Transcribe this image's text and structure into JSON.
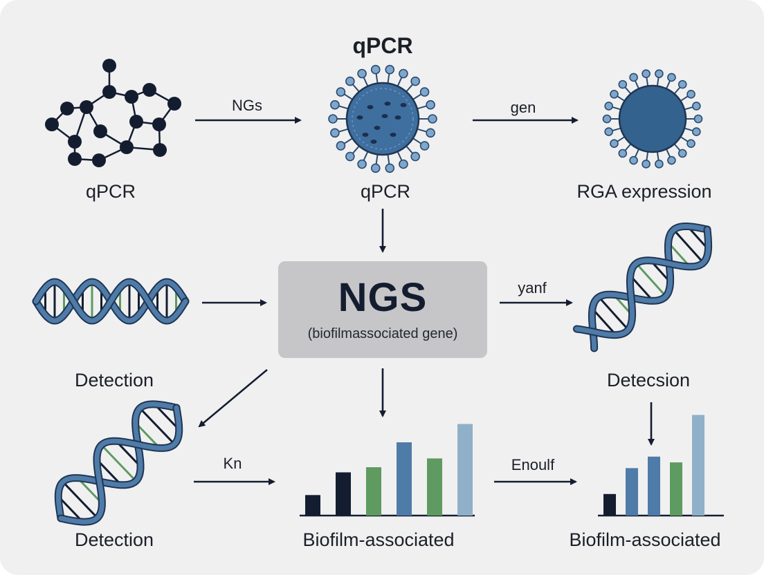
{
  "top_title": "qPCR",
  "center_box": {
    "title": "NGS",
    "subtitle": "(biofilmassociated gene)"
  },
  "node_labels": {
    "network": "qPCR",
    "virus": "qPCR",
    "cell": "RGA expression",
    "dna_left": "Detection",
    "dna_right": "Detecsion",
    "dna_bottom": "Detection",
    "chart_middle": "Biofilm-associated",
    "chart_right": "Biofilm-associated"
  },
  "edge_labels": {
    "network_to_virus": "NGs",
    "virus_to_cell": "gen",
    "box_to_dna_right": "yanf",
    "dna_bottom_to_chart": "Kn",
    "chart_to_chart": "Enoulf"
  },
  "colors": {
    "background": "#f0f0f1",
    "navy": "#141d30",
    "steel_blue": "#4f7ba8",
    "virus_core": "#3f6f9f",
    "box_fill": "#c6c6c8",
    "green": "#5f9a60",
    "light_blue": "#8fb0c8"
  },
  "icons": [
    "network-icon",
    "virus-icon",
    "cell-icon",
    "dna-icon",
    "bar-chart-icon"
  ],
  "chart_data": [
    {
      "type": "bar",
      "name": "middle-chart",
      "values": [
        2.8,
        5.9,
        6.6,
        10.0,
        7.8,
        12.5
      ],
      "series_color": [
        "navy",
        "navy",
        "green",
        "steel_blue",
        "green",
        "light_blue"
      ],
      "xlabel": "Biofilm-associated",
      "ylabel": ""
    },
    {
      "type": "bar",
      "name": "right-chart",
      "values": [
        3.0,
        6.6,
        8.2,
        7.4,
        14.0
      ],
      "series_color": [
        "navy",
        "steel_blue",
        "steel_blue",
        "green",
        "light_blue"
      ],
      "xlabel": "Biofilm-associated",
      "ylabel": ""
    }
  ]
}
